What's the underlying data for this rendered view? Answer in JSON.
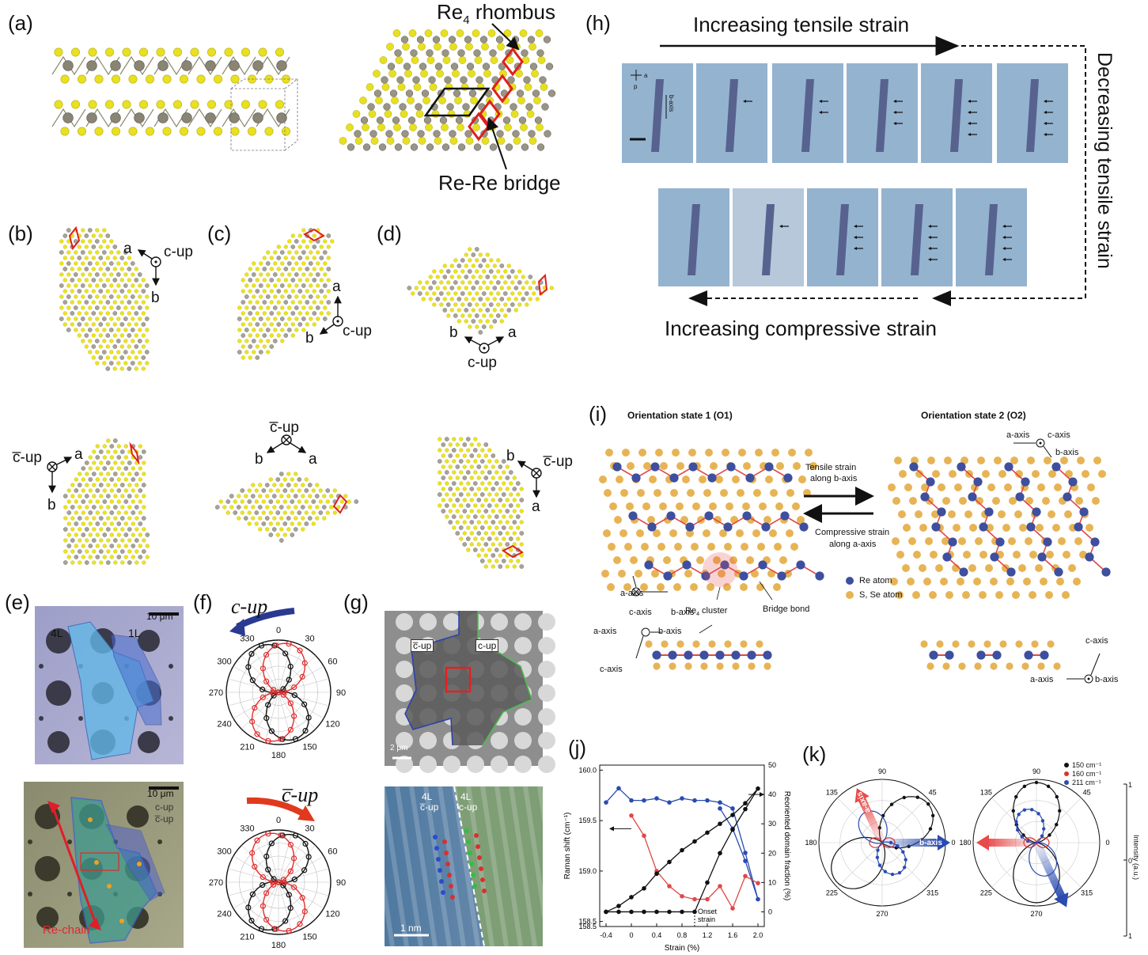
{
  "panel_labels": {
    "a": "(a)",
    "b": "(b)",
    "c": "(c)",
    "d": "(d)",
    "e": "(e)",
    "f": "(f)",
    "g": "(g)",
    "h": "(h)",
    "i": "(i)",
    "j": "(j)",
    "k": "(k)"
  },
  "panel_a": {
    "rhombus_label_main": "Re",
    "rhombus_label_sub": "4",
    "rhombus_label_rest": " rhombus",
    "bridge_label": "Re-Re bridge"
  },
  "axes_labels": {
    "a": "a",
    "b": "b",
    "c_up": "c-up",
    "c_bar_up": "c̅-up"
  },
  "panel_e": {
    "scale_top": "10 μm",
    "label_4L": "4L",
    "label_1L": "1L",
    "scale_bottom": "10 μm",
    "c_up": "c-up",
    "c_bar_up": "c̅-up",
    "re_chain": "Re-chain"
  },
  "panel_f": {
    "top_title": "c-up",
    "bottom_title": "c̅-up",
    "angles": [
      "0",
      "30",
      "60",
      "90",
      "120",
      "150",
      "180",
      "210",
      "240",
      "270",
      "300",
      "330"
    ],
    "colors": {
      "black": "#111111",
      "red": "#e03030",
      "blue_arrow": "#2a3a90",
      "red_arrow": "#e03a1e"
    }
  },
  "panel_g": {
    "label_cbar": "c̅-up",
    "label_c": "c-up",
    "scale_top": "2 μm",
    "stem_left_1": "4L",
    "stem_left_2": "c̅-up",
    "stem_right_1": "4L",
    "stem_right_2": "c-up",
    "scale_bottom": "1 nm"
  },
  "panel_h": {
    "top_text": "Increasing tensile strain",
    "right_text": "Decreasing tensile strain",
    "bottom_text": "Increasing compressive strain",
    "baxis": "b-axis",
    "axis_a": "a",
    "axis_p": "p"
  },
  "panel_i": {
    "state1": "Orientation state 1 (O1)",
    "state2": "Orientation state 2 (O2)",
    "tensile_1": "Tensile strain",
    "tensile_2": "along b-axis",
    "compressive_1": "Compressive strain",
    "compressive_2": "along a-axis",
    "legend_re": "Re atom",
    "legend_s": "S, Se atom",
    "re4_cluster": "Re",
    "re4_sub": "4",
    "re4_rest": " cluster",
    "bridge_bond": "Bridge bond",
    "a_axis": "a-axis",
    "b_axis": "b-axis",
    "c_axis": "c-axis",
    "colors": {
      "re": "#3d4f9e",
      "s": "#e7b455",
      "bond": "#e04848"
    }
  },
  "panel_k": {
    "legend": [
      "150 cm⁻¹",
      "160 cm⁻¹",
      "211 cm⁻¹"
    ],
    "angles": [
      "90",
      "45",
      "0",
      "315",
      "270",
      "225",
      "180",
      "135"
    ],
    "ylabel": "Intensity (a.u.)",
    "ticks": [
      "1",
      "0",
      "1"
    ],
    "b_axis": "b-axis",
    "a_axis": "a-axis",
    "colors": {
      "c150": "#111111",
      "c160": "#e03030",
      "c211": "#2a4bb0"
    }
  },
  "chart_data": {
    "type": "line",
    "xlabel": "Strain (%)",
    "ylabel_left": "Raman shift (cm⁻¹)",
    "ylabel_right": "Reoriented domain fraction (%)",
    "xlim": [
      -0.5,
      2.1
    ],
    "ylim_left": [
      158.45,
      160.05
    ],
    "ylim_right": [
      -5,
      50
    ],
    "x_ticks": [
      "-0.4",
      "0",
      "0.4",
      "0.8",
      "1.2",
      "1.6",
      "2.0"
    ],
    "y_left_ticks": [
      "158.5",
      "158.5",
      "159.0",
      "159.5",
      "160.0"
    ],
    "y_right_ticks": [
      "0",
      "10",
      "20",
      "30",
      "40",
      "50"
    ],
    "annotation": "Onset strain",
    "onset_x": 1.0,
    "series": [
      {
        "color": "#2a4bb0",
        "axis": "left",
        "x": [
          -0.4,
          -0.2,
          0.0,
          0.2,
          0.4,
          0.6,
          0.8,
          1.0,
          1.2,
          1.4,
          1.6,
          1.8,
          2.0,
          1.8,
          1.6,
          1.4
        ],
        "y": [
          159.68,
          159.82,
          159.7,
          159.7,
          159.72,
          159.68,
          159.72,
          159.7,
          159.7,
          159.68,
          159.62,
          159.18,
          158.72,
          159.1,
          159.42,
          159.62
        ]
      },
      {
        "color": "#e04848",
        "axis": "left",
        "x": [
          0.0,
          0.2,
          0.4,
          0.6,
          0.8,
          1.0,
          1.2,
          1.4,
          1.6,
          1.8,
          2.0
        ],
        "y": [
          159.55,
          159.35,
          159.0,
          158.85,
          158.75,
          158.72,
          158.72,
          158.85,
          158.63,
          158.95,
          158.88
        ]
      },
      {
        "color": "#111111",
        "axis": "right",
        "x": [
          -0.4,
          -0.2,
          0.0,
          0.2,
          0.4,
          0.6,
          0.8,
          1.0,
          1.2,
          1.4,
          1.6,
          1.8,
          2.0,
          1.8,
          1.6,
          1.4,
          1.2,
          1.0,
          0.8,
          0.6,
          0.4,
          0.2,
          0.0,
          -0.2,
          -0.4
        ],
        "y": [
          0,
          0,
          0,
          0,
          0,
          0,
          0,
          0,
          10,
          20,
          28,
          35,
          42,
          37,
          33,
          30,
          27,
          24,
          21,
          17,
          13,
          8,
          5,
          2,
          0
        ]
      }
    ]
  }
}
